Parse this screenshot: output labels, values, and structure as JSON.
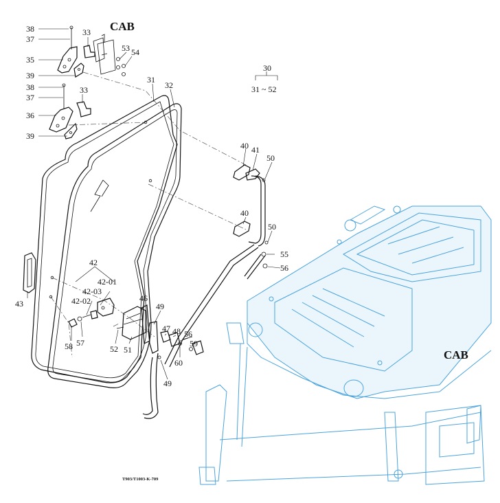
{
  "cab_label_top": "CAB",
  "cab_label_right": "CAB",
  "drawing_code": "T903/T1003-K-709",
  "group": {
    "label": "30",
    "range": "31 ~ 52"
  },
  "colors": {
    "ink": "#111111",
    "cab_outline": "#4aa3dd"
  },
  "callouts": {
    "c38a": "38",
    "c37a": "37",
    "c35": "35",
    "c39a": "39",
    "c33a": "33",
    "c53": "53",
    "c54": "54",
    "c38b": "38",
    "c37b": "37",
    "c33b": "33",
    "c36": "36",
    "c39b": "39",
    "c31": "31",
    "c32": "32",
    "c40a": "40",
    "c41": "41",
    "c50a": "50",
    "c40b": "40",
    "c50b": "50",
    "c55": "55",
    "c56a": "56",
    "c42": "42",
    "c4201": "42-01",
    "c4203": "42-03",
    "c4202": "42-02",
    "c43": "43",
    "c58": "58",
    "c57": "57",
    "c46": "46",
    "c49a": "49",
    "c51": "51",
    "c52": "52",
    "c47": "47",
    "c48": "48",
    "c56b": "56",
    "c59": "59",
    "c60": "60",
    "c49b": "49"
  }
}
